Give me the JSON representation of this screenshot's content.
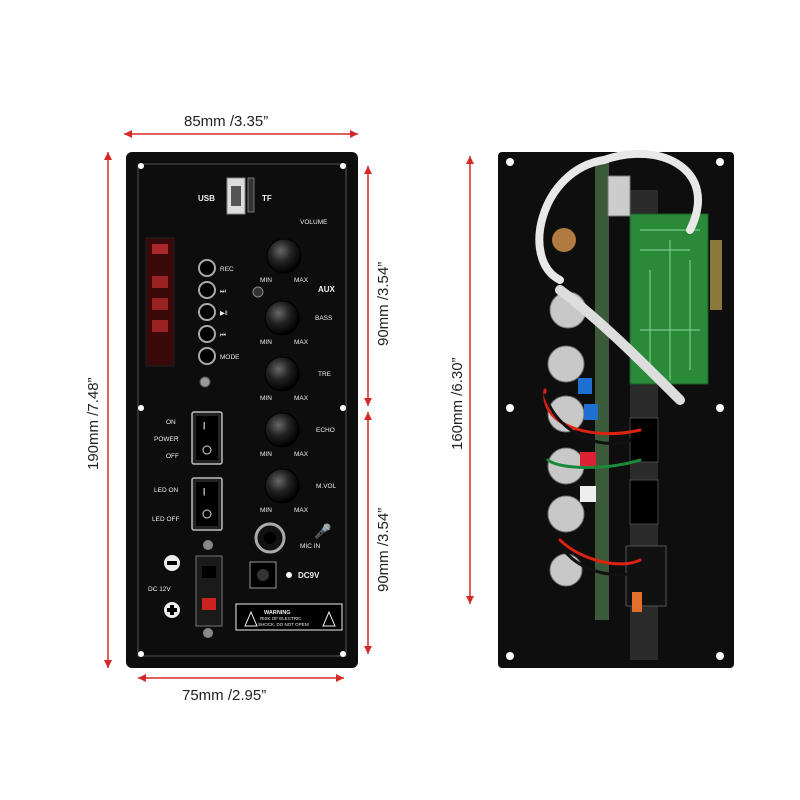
{
  "dimensions": {
    "top_width": "85mm /3.35”",
    "bottom_width": "75mm /2.95”",
    "left_height": "190mm /7.48”",
    "right_upper_height": "90mm /3.54”",
    "right_lower_height": "90mm /3.54”",
    "back_height": "160mm /6.30”"
  },
  "front_panel": {
    "usb": "USB",
    "tf": "TF",
    "volume": "VOLUME",
    "aux": "AUX",
    "bass": "BASS",
    "tre": "TRE",
    "echo": "ECHO",
    "mvol": "M.VOL",
    "min": "MIN",
    "max": "MAX",
    "rec": "REC",
    "next": "⏭",
    "play_pause": "▶‖",
    "prev": "⏮",
    "mode": "MODE",
    "on": "ON",
    "power": "POWER",
    "off": "OFF",
    "led_on": "LED ON",
    "led_off": "LED OFF",
    "mic_in": "MIC IN",
    "dc9v": "DC9V",
    "dc12v": "DC 12V",
    "warning_title": "WARNING",
    "warning_line1": "RISK OF ELECTRIC",
    "warning_line2": "SHOCK, DO NOT OPEN!"
  },
  "colors": {
    "dimension_line": "#d62828",
    "panel": "#111111",
    "pcb": "#2a8a3a"
  }
}
